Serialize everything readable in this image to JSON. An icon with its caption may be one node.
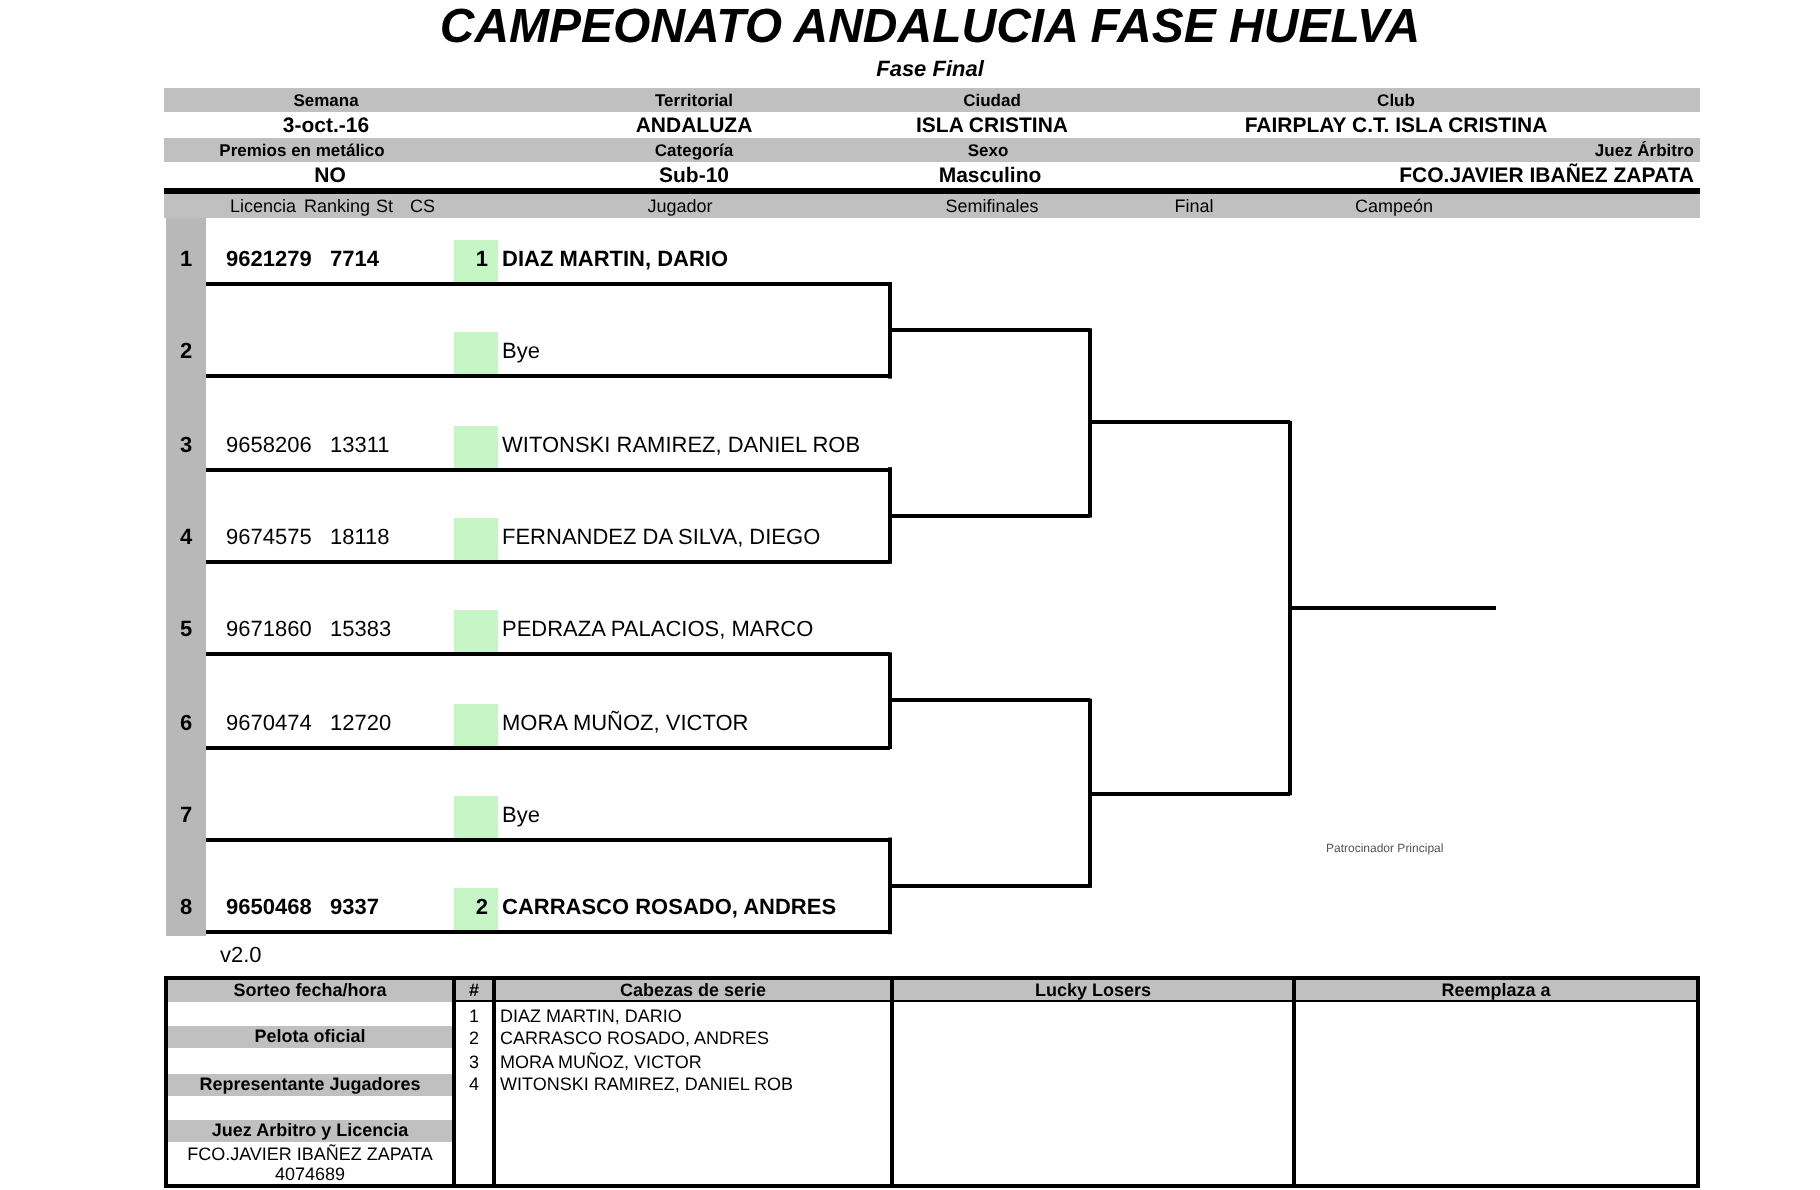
{
  "diagram": {
    "title": "CAMPEONATO ANDALUCIA FASE HUELVA",
    "nodes": [
      {
        "text": [
          "1",
          "9621279",
          "7714",
          "1",
          "DIAZ MARTIN, DARIO"
        ]
      },
      {
        "text": [
          "2",
          "Bye"
        ]
      },
      {
        "text": [
          "3",
          "9658206",
          "13311",
          "WITONSKI RAMIREZ, DANIEL ROB"
        ]
      },
      {
        "text": [
          "4",
          "9674575",
          "18118",
          "FERNANDEZ DA SILVA, DIEGO"
        ]
      },
      {
        "text": [
          "5",
          "9671860",
          "15383",
          "PEDRAZA PALACIOS, MARCO"
        ]
      },
      {
        "text": [
          "6",
          "9670474",
          "12720",
          "MORA MUÑOZ, VICTOR"
        ]
      },
      {
        "text": [
          "7",
          "Bye"
        ]
      },
      {
        "text": [
          "8",
          "9650468",
          "9337",
          "2",
          "CARRASCO ROSADO, ANDRES"
        ]
      },
      {
        "text": [],
        "shape": "line"
      },
      {
        "text": [],
        "shape": "line"
      },
      {
        "text": [],
        "shape": "line"
      },
      {
        "text": [],
        "shape": "line"
      },
      {
        "text": [],
        "shape": "line"
      },
      {
        "text": [],
        "shape": "line"
      },
      {
        "text": [],
        "shape": "line"
      }
    ],
    "edges": [
      {
        "from": 0,
        "to": 8,
        "arrow": "none"
      },
      {
        "from": 1,
        "to": 8,
        "arrow": "none"
      },
      {
        "from": 2,
        "to": 9,
        "arrow": "none"
      },
      {
        "from": 3,
        "to": 9,
        "arrow": "none"
      },
      {
        "from": 4,
        "to": 10,
        "arrow": "none"
      },
      {
        "from": 5,
        "to": 10,
        "arrow": "none"
      },
      {
        "from": 6,
        "to": 11,
        "arrow": "none"
      },
      {
        "from": 7,
        "to": 11,
        "arrow": "none"
      },
      {
        "from": 8,
        "to": 12,
        "arrow": "none"
      },
      {
        "from": 9,
        "to": 12,
        "arrow": "none"
      },
      {
        "from": 10,
        "to": 13,
        "arrow": "none"
      },
      {
        "from": 11,
        "to": 13,
        "arrow": "none"
      },
      {
        "from": 12,
        "to": 14,
        "arrow": "none"
      },
      {
        "from": 13,
        "to": 14,
        "arrow": "none"
      }
    ],
    "labels": [
      "Fase Final",
      "Semana",
      "Territorial",
      "Ciudad",
      "Club",
      "3-oct.-16",
      "ANDALUZA",
      "ISLA CRISTINA",
      "FAIRPLAY C.T. ISLA CRISTINA",
      "Premios en metálico",
      "Categoría",
      "Sexo",
      "Juez Árbitro",
      "NO",
      "Sub-10",
      "Masculino",
      "FCO.JAVIER IBAÑEZ ZAPATA",
      "Licencia",
      "Ranking",
      "St",
      "CS",
      "Jugador",
      "Semifinales",
      "Final",
      "Campeón",
      "Patrocinador Principal",
      "v2.0",
      "Sorteo fecha/hora",
      "#",
      "Cabezas de serie",
      "Lucky Losers",
      "Reemplaza a",
      "1",
      "DIAZ MARTIN, DARIO",
      "Pelota oficial",
      "2",
      "CARRASCO ROSADO, ANDRES",
      "3",
      "MORA MUÑOZ, VICTOR",
      "Representante Jugadores",
      "4",
      "WITONSKI RAMIREZ, DANIEL ROB",
      "Juez Arbitro y Licencia",
      "FCO.JAVIER IBAÑEZ ZAPATA",
      "4074689"
    ]
  }
}
